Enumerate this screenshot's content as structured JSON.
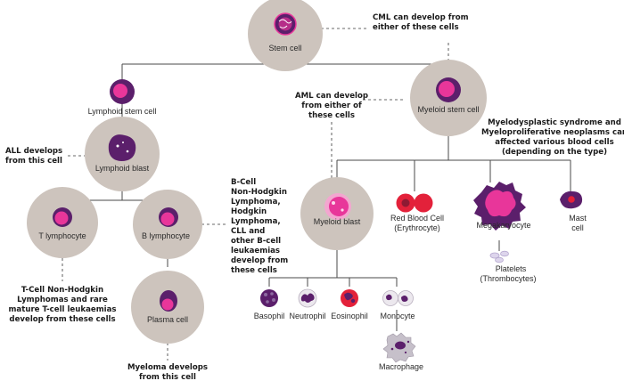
{
  "nodes": {
    "stem_cell": "Stem cell",
    "lymphoid_stem_cell": "Lymphoid stem cell",
    "myeloid_stem_cell": "Myeloid stem cell",
    "lymphoid_blast": "Lymphoid blast",
    "t_lymphocyte": "T lymphocyte",
    "b_lymphocyte": "B lymphocyte",
    "plasma_cell": "Plasma cell",
    "myeloid_blast": "Myeloid blast",
    "red_blood_cell": [
      "Red Blood Cell",
      "(Erythrocyte)"
    ],
    "megakaryocyte": "Megakaryocyte",
    "platelets": [
      "Platelets",
      "(Thrombocytes)"
    ],
    "mast_cell": [
      "Mast",
      "cell"
    ],
    "basophil": "Basophil",
    "neutrophil": "Neutrophil",
    "eosinophil": "Eosinophil",
    "monocyte": "Monocyte",
    "macrophage": "Macrophage"
  },
  "notes": {
    "cml": [
      "CML can develop from",
      "either of these cells"
    ],
    "aml": [
      "AML can develop",
      "from either of",
      "these cells"
    ],
    "all": [
      "ALL develops",
      "from this cell"
    ],
    "b_cell": [
      "B-Cell",
      "Non-Hodgkin",
      "Lymphoma,",
      "Hodgkin",
      "Lymphoma,",
      "CLL and",
      "other B-cell",
      "leukaemias",
      "develop from",
      "these cells"
    ],
    "t_cell": [
      "T-Cell Non-Hodgkin",
      "Lymphomas and rare",
      "mature T-cell leukaemias",
      "develop from these cells"
    ],
    "myelodysplastic": [
      "Myelodysplastic syndrome and",
      "Myeloproliferative neoplasms can",
      "affected various blood cells",
      "(depending on the type)"
    ],
    "myeloma": [
      "Myeloma develops",
      "from this cell"
    ]
  },
  "colors": {
    "bubble": "#cdc4bd",
    "purple": "#5b1f6b",
    "magenta": "#e8369a",
    "red": "#e3213a",
    "dark_red": "#8e1a33"
  }
}
